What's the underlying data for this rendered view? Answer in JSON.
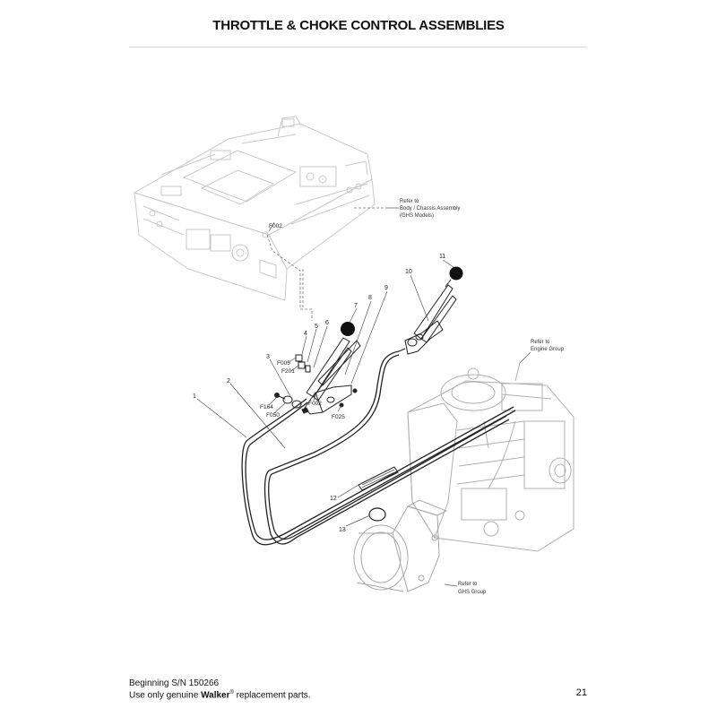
{
  "title": "THROTTLE & CHOKE CONTROL ASSEMBLIES",
  "callouts": {
    "c1": "1",
    "c2": "2",
    "c3": "3",
    "c4": "4",
    "c5": "5",
    "c6": "6",
    "c7": "7",
    "c8": "8",
    "c9": "9",
    "c10": "10",
    "c11": "11",
    "c12": "12",
    "c13": "13",
    "f002_body": "F002",
    "f002_lower": "F002",
    "f005": "F005",
    "f201": "F201",
    "f164": "F164",
    "f050": "F050",
    "f025": "F025"
  },
  "refers": {
    "body": {
      "line1": "Refer to",
      "line2": "Body / Chassis Assembly",
      "line3": "(GHS Models)"
    },
    "engine": {
      "line1": "Refer to",
      "line2": "Engine Group"
    },
    "ghs": {
      "line1": "Refer to",
      "line2": "GHS Group"
    }
  },
  "footer": {
    "serial": "Beginning S/N 150266",
    "parts_prefix": "Use only genuine ",
    "brand": "Walker",
    "reg": "®",
    "parts_suffix": " replacement parts.",
    "page_number": "21"
  }
}
